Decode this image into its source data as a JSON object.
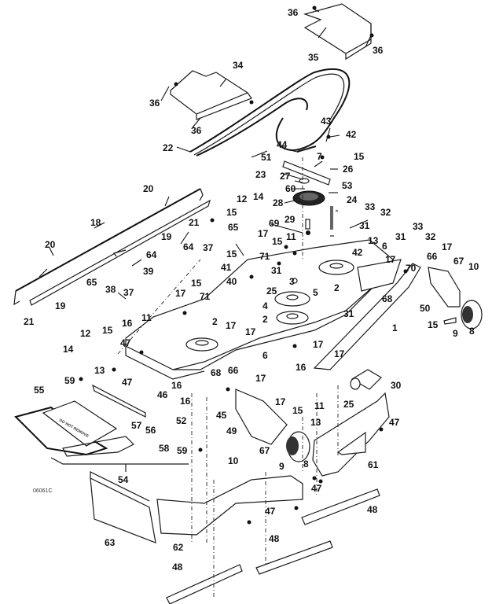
{
  "diagram": {
    "title": "Mower Deck Exploded Parts Diagram",
    "drawing_code": "06061C",
    "chute_warning": "DO NOT REMOVE",
    "callouts": {
      "c36a": "36",
      "c35": "35",
      "c36b": "36",
      "c34": "34",
      "c36c": "36",
      "c36d": "36",
      "c22": "22",
      "c43": "43",
      "c42a": "42",
      "c44": "44",
      "c51": "51",
      "c7": "7",
      "c15a": "15",
      "c23": "23",
      "c26": "26",
      "c27": "27",
      "c53": "53",
      "c60": "60",
      "c24": "24",
      "c28": "28",
      "c33a": "33",
      "c29": "29",
      "c32a": "32",
      "c69": "69",
      "c31a": "31",
      "c12a": "12",
      "c14a": "14",
      "c15b": "15",
      "c65a": "65",
      "c20a": "20",
      "c21a": "21",
      "c18": "18",
      "c19a": "19",
      "c64a": "64",
      "c37a": "37",
      "c20b": "20",
      "c64b": "64",
      "c39": "39",
      "c65b": "65",
      "c38": "38",
      "c37b": "37",
      "c19b": "19",
      "c21b": "21",
      "c11a": "11",
      "c13a": "13",
      "c17a": "17",
      "c15c": "15",
      "c71a": "71",
      "c15d": "15",
      "c31b": "31",
      "c41": "41",
      "c40": "40",
      "c3": "3",
      "c42b": "42",
      "c6a": "6",
      "c25a": "25",
      "c5": "5",
      "c4": "4",
      "c2a": "2",
      "c2b": "2",
      "c17b": "17",
      "c33b": "33",
      "c31c": "31",
      "c32b": "32",
      "c17c": "17",
      "c66a": "66",
      "c70": "70",
      "c67a": "67",
      "c10a": "10",
      "c68a": "68",
      "c31d": "31",
      "c1": "1",
      "c50": "50",
      "c15e": "15",
      "c9a": "9",
      "c8a": "8",
      "c15f": "15",
      "c17d": "17",
      "c71b": "71",
      "c11b": "11",
      "c16a": "16",
      "c2c": "2",
      "c17e": "17",
      "c17f": "17",
      "c6b": "6",
      "c17g": "17",
      "c17h": "17",
      "c12b": "12",
      "c15g": "15",
      "c14b": "14",
      "c47a": "47",
      "c13b": "13",
      "c47b": "47",
      "c46": "46",
      "c59a": "59",
      "c16b": "16",
      "c16c": "16",
      "c68b": "68",
      "c66b": "66",
      "c17i": "17",
      "c16d": "16",
      "c30": "30",
      "c55": "55",
      "c57": "57",
      "c56": "56",
      "c52": "52",
      "c45": "45",
      "c17j": "17",
      "c15h": "15",
      "c11c": "11",
      "c25b": "25",
      "c49": "49",
      "c13c": "13",
      "c47c": "47",
      "c58": "58",
      "c59b": "59",
      "c10b": "10",
      "c67b": "67",
      "c9b": "9",
      "c8b": "8",
      "c61": "61",
      "c54": "54",
      "c47d": "47",
      "c47e": "47",
      "c48a": "48",
      "c63": "63",
      "c62": "62",
      "c48b": "48",
      "c48c": "48"
    }
  }
}
